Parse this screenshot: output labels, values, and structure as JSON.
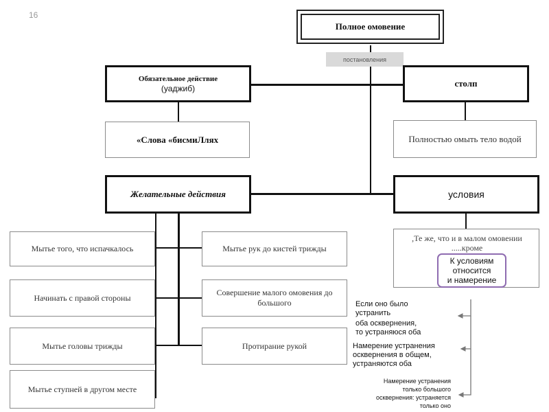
{
  "slide_number": "16",
  "top": {
    "title": "Полное омовение",
    "subtitle": "постановления"
  },
  "obligatory": {
    "title": "Обязательное действие",
    "subtitle": "(уаджиб)",
    "child": "«Слова «бисмиЛлях"
  },
  "pillar": {
    "title": "столп",
    "child": "Полностью омыть тело водой"
  },
  "desirable": {
    "title": "Желательные действия",
    "left_items": [
      "Мытье того, что испачкалось",
      "Начинать с правой стороны",
      "Мытье головы трижды",
      "Мытье ступней в другом месте"
    ],
    "right_items": [
      "Мытье рук до кистей трижды",
      "Совершение малого омовения до большого",
      "Протирание рукой"
    ]
  },
  "conditions": {
    "title": "условия",
    "text_line1": ",Те же, что и в малом омовении",
    "text_line2": ".....кроме",
    "highlight": [
      "К условиям",
      "относится",
      "и намерение"
    ],
    "notes": [
      [
        "Если оно было",
        "устранить",
        "оба осквернения,",
        "то устраняюся оба"
      ],
      [
        "Намерение устранения",
        "осквернения в общем,",
        "устраняются оба"
      ],
      [
        "Намерение устранения",
        "только большого",
        "осквернения: устраняется",
        "только оно"
      ]
    ]
  }
}
